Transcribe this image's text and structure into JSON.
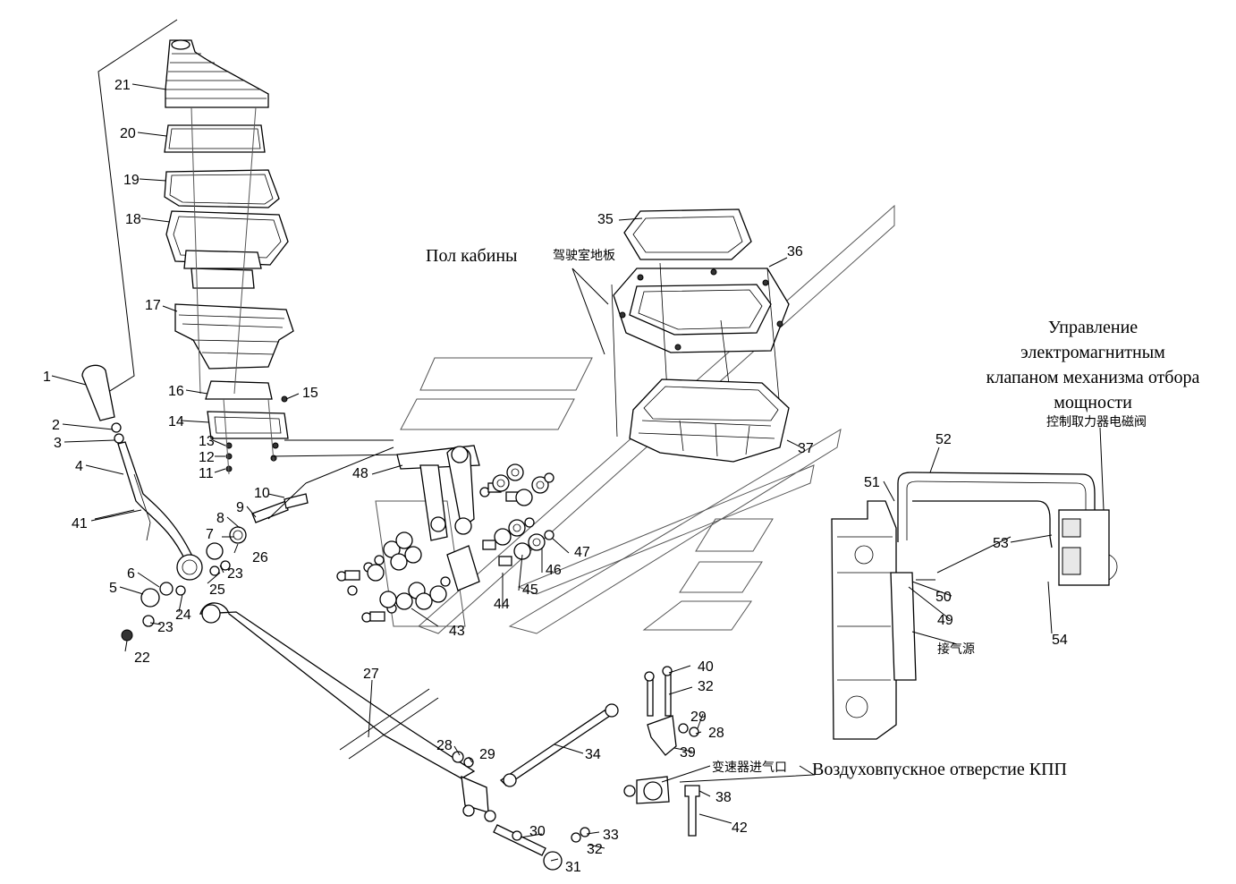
{
  "captions": {
    "cab_floor_ru": "Пол кабины",
    "cab_floor_cn": "驾驶室地板",
    "pto_control_ru": [
      "Управление",
      "электромагнитным",
      "клапаном механизма отбора",
      "мощности"
    ],
    "pto_control_cn": "控制取力器电磁阀",
    "air_source_cn": "接气源",
    "gearbox_inlet_cn": "变速器进气口",
    "gearbox_inlet_ru": "Воздуховпускное отверстие КПП"
  },
  "part_numbers": [
    "1",
    "2",
    "3",
    "4",
    "41",
    "5",
    "6",
    "7",
    "8",
    "9",
    "10",
    "11",
    "12",
    "13",
    "14",
    "15",
    "16",
    "17",
    "18",
    "19",
    "20",
    "21",
    "22",
    "23",
    "23",
    "24",
    "25",
    "26",
    "27",
    "28",
    "29",
    "28",
    "29",
    "30",
    "31",
    "32",
    "33",
    "32",
    "34",
    "35",
    "36",
    "37",
    "38",
    "39",
    "40",
    "42",
    "43",
    "44",
    "45",
    "46",
    "47",
    "48",
    "49",
    "50",
    "51",
    "52",
    "53",
    "54"
  ],
  "colors": {
    "line": "#000000",
    "background": "#ffffff"
  }
}
